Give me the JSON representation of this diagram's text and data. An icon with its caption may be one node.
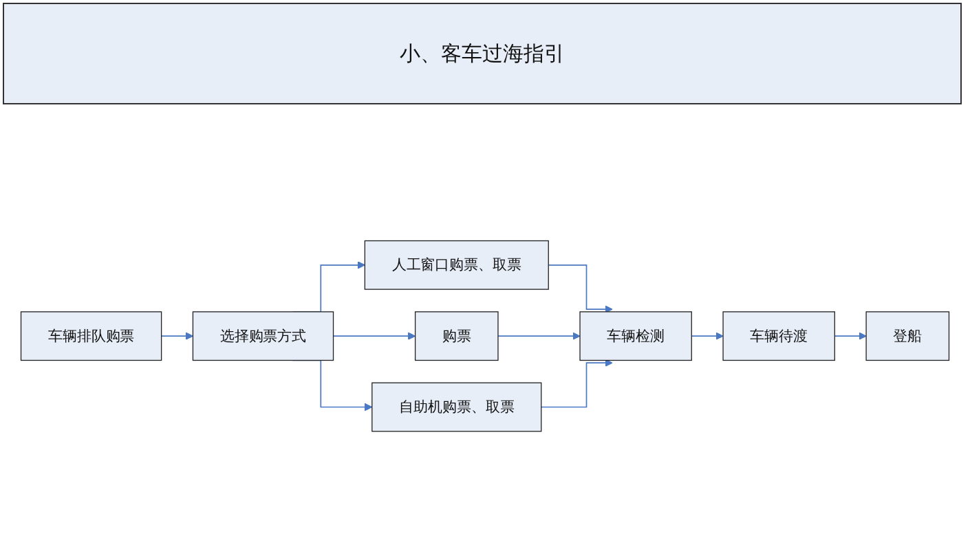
{
  "diagram": {
    "title": "小、客车过海指引",
    "nodes": [
      {
        "text": [
          "车辆排队购票"
        ]
      },
      {
        "text": [
          "选择购票方式"
        ]
      },
      {
        "text": [
          "人工窗口购票、取票"
        ]
      },
      {
        "text": [
          "购票"
        ]
      },
      {
        "text": [
          "自助机购票、取票"
        ]
      },
      {
        "text": [
          "车辆检测"
        ]
      },
      {
        "text": [
          "车辆待渡"
        ]
      },
      {
        "text": [
          "登船"
        ]
      }
    ],
    "edges": [
      {
        "from": 0,
        "to": 1,
        "arrow": "to"
      },
      {
        "from": 1,
        "to": 2,
        "arrow": "to"
      },
      {
        "from": 1,
        "to": 3,
        "arrow": "to"
      },
      {
        "from": 1,
        "to": 4,
        "arrow": "to"
      },
      {
        "from": 2,
        "to": 5,
        "arrow": "to"
      },
      {
        "from": 3,
        "to": 5,
        "arrow": "to"
      },
      {
        "from": 4,
        "to": 5,
        "arrow": "to"
      },
      {
        "from": 5,
        "to": 6,
        "arrow": "to"
      },
      {
        "from": 6,
        "to": 7,
        "arrow": "to"
      }
    ]
  }
}
